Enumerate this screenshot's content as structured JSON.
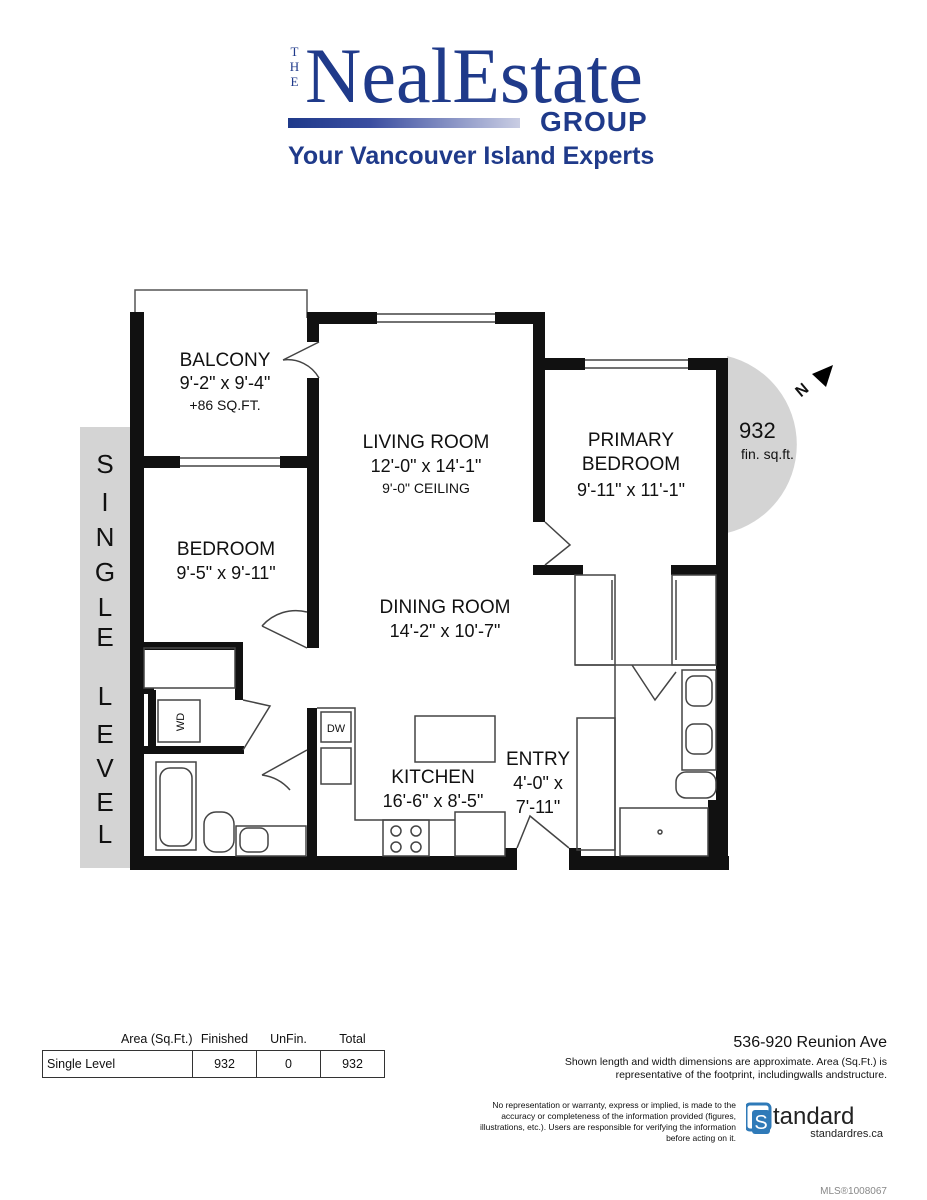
{
  "logo": {
    "the_letters": [
      "T",
      "H",
      "E"
    ],
    "main": "NealEstate",
    "group": "GROUP",
    "tagline": "Your Vancouver Island Experts",
    "color": "#1f3a8a"
  },
  "rooms": {
    "balcony": {
      "name": "BALCONY",
      "dims": "9'-2\" x 9'-4\"",
      "extra": "+86 SQ.FT."
    },
    "living": {
      "name": "LIVING ROOM",
      "dims": "12'-0\" x 14'-1\"",
      "extra": "9'-0\" CEILING"
    },
    "primary": {
      "name_line1": "PRIMARY",
      "name_line2": "BEDROOM",
      "dims": "9'-11\" x 11'-1\""
    },
    "bedroom": {
      "name": "BEDROOM",
      "dims": "9'-5\" x 9'-11\""
    },
    "dining": {
      "name": "DINING ROOM",
      "dims": "14'-2\" x 10'-7\""
    },
    "kitchen": {
      "name": "KITCHEN",
      "dims": "16'-6\" x 8'-5\""
    },
    "entry": {
      "name": "ENTRY",
      "dims_line1": "4'-0\" x",
      "dims_line2": "7'-11\""
    }
  },
  "fixtures": {
    "washer_dryer": "WD",
    "dishwasher": "DW"
  },
  "area_badge": {
    "value": "932",
    "unit": "fin. sq.ft.",
    "compass": "N"
  },
  "level_strip": [
    "S",
    "I",
    "N",
    "G",
    "L",
    "E",
    "L",
    "E",
    "V",
    "E",
    "L"
  ],
  "table": {
    "headers": [
      "Area (Sq.Ft.)",
      "Finished",
      "UnFin.",
      "Total"
    ],
    "rows": [
      {
        "label": "Single Level",
        "finished": "932",
        "unfinished": "0",
        "total": "932"
      }
    ]
  },
  "address": "536-920 Reunion Ave",
  "disclaimer_1": "Shown length and width dimensions are approximate. Area (Sq.Ft.) is",
  "disclaimer_2": "representative of the footprint, includingwalls andstructure.",
  "legal_1": "No representation or warranty, express or implied, is made to the",
  "legal_2": "accuracy or completeness of the information provided (figures,",
  "legal_3": "illustrations, etc.). Users are responsible for verifying the information",
  "legal_4": "before acting on it.",
  "brand": {
    "word": "tandard",
    "letter": "S",
    "site": "standardres.ca",
    "color": "#2f7ab8"
  },
  "mls": "MLS®1008067"
}
